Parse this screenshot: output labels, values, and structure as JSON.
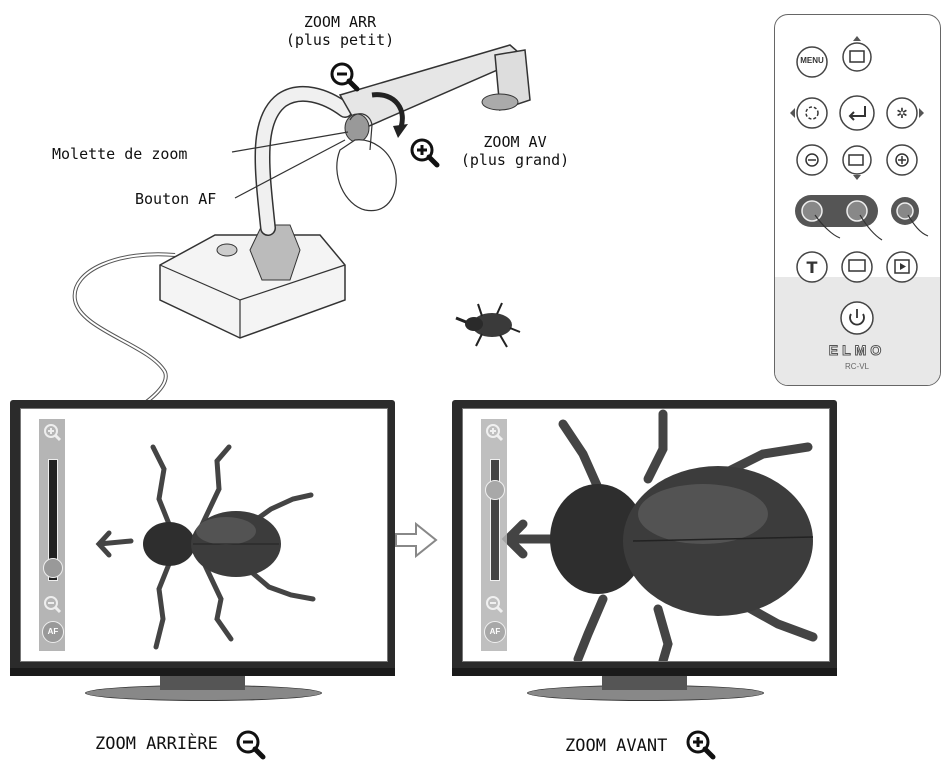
{
  "camera_illustration": {
    "zoom_out_label": "ZOOM ARR",
    "zoom_out_sub": "(plus petit)",
    "zoom_in_label": "ZOOM AV",
    "zoom_in_sub": "(plus grand)",
    "zoom_wheel_label": "Molette de zoom",
    "af_button_label": "Bouton AF"
  },
  "remote": {
    "menu_label": "MENU",
    "brand": "ELMO",
    "model": "RC-VL"
  },
  "screens": {
    "left_caption": "ZOOM ARRIÈRE",
    "right_caption": "ZOOM AVANT",
    "zoom_bar_button": "AF",
    "left_zoom_level": 0.1,
    "right_zoom_level": 0.75
  },
  "colors": {
    "bezel": "#2b2b2b",
    "beetle": "#3a3a3a",
    "accent": "#888888"
  }
}
